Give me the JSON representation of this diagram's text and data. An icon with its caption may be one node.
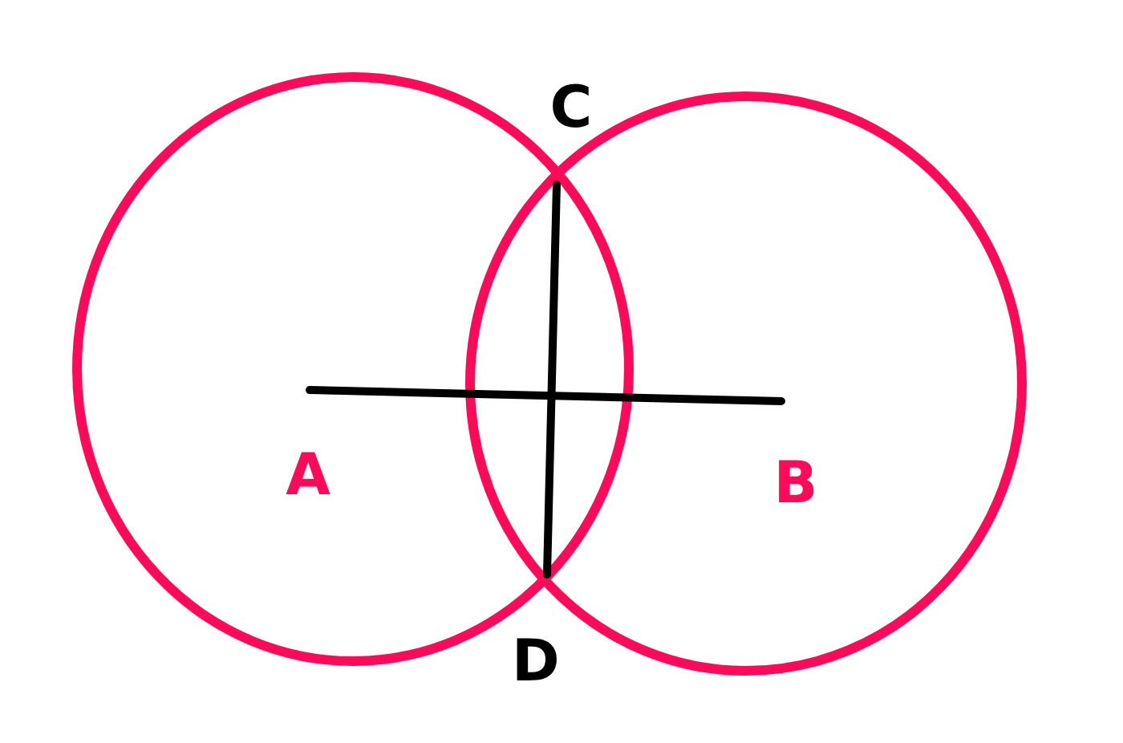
{
  "diagram": {
    "labels": [
      "C",
      "A",
      "B",
      "D"
    ]
  }
}
